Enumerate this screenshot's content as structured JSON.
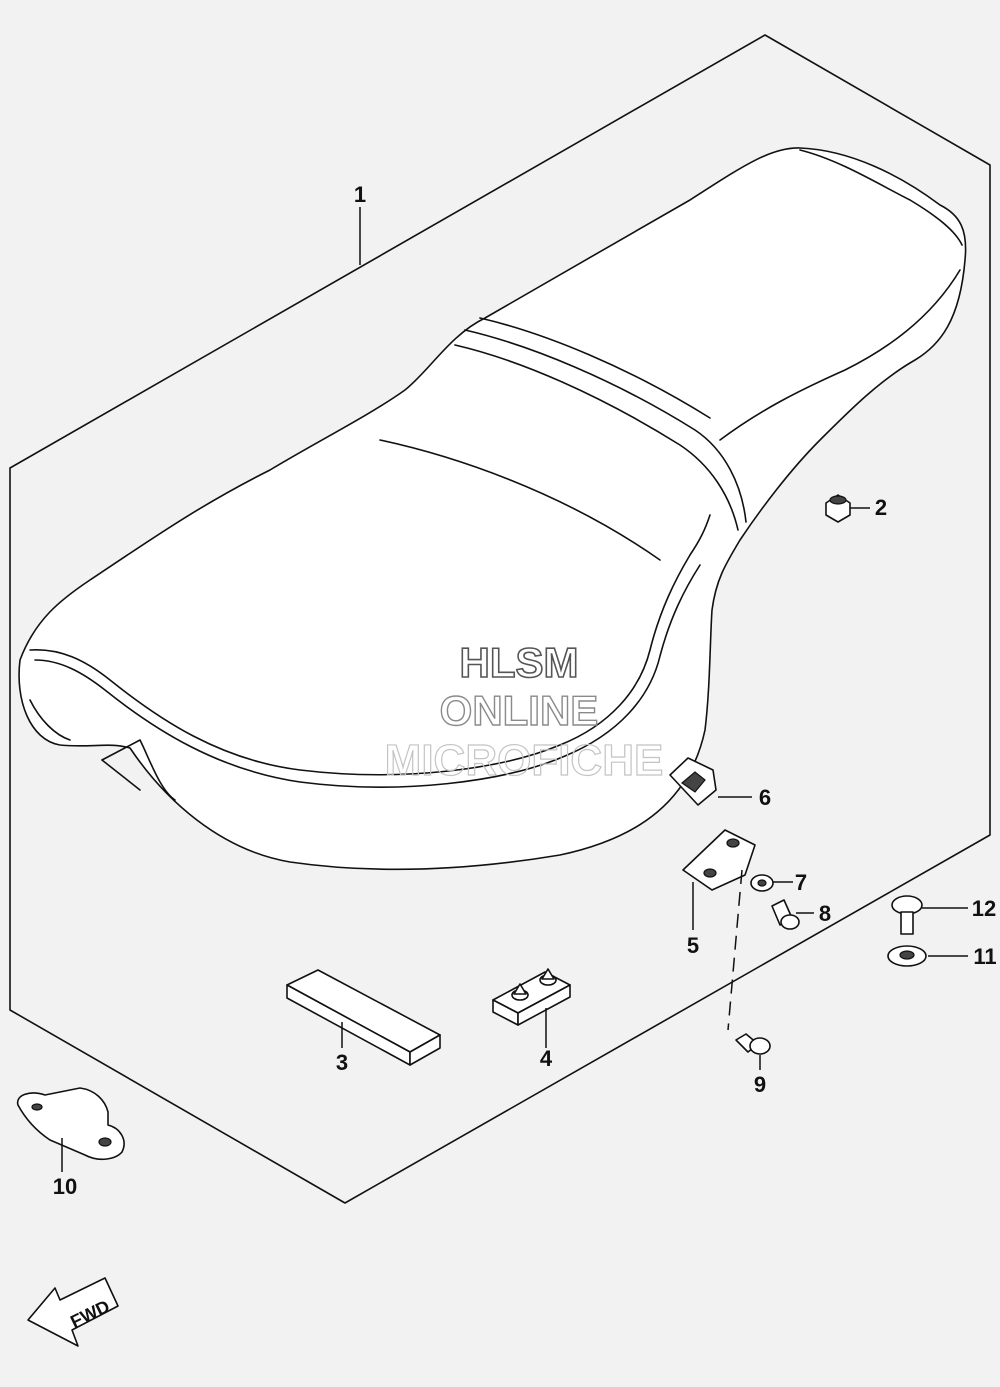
{
  "watermark": {
    "line1": "HLSM",
    "line2": "ONLINE",
    "line3": "MICROFICHE"
  },
  "callouts": [
    {
      "id": "1",
      "label": "1"
    },
    {
      "id": "2",
      "label": "2"
    },
    {
      "id": "3",
      "label": "3"
    },
    {
      "id": "4",
      "label": "4"
    },
    {
      "id": "5",
      "label": "5"
    },
    {
      "id": "6",
      "label": "6"
    },
    {
      "id": "7",
      "label": "7"
    },
    {
      "id": "8",
      "label": "8"
    },
    {
      "id": "9",
      "label": "9"
    },
    {
      "id": "10",
      "label": "10"
    },
    {
      "id": "11",
      "label": "11"
    },
    {
      "id": "12",
      "label": "12"
    }
  ],
  "direction_arrow": {
    "label": "FWD"
  },
  "colors": {
    "background": "#f2f2f2",
    "ink": "#111111"
  }
}
